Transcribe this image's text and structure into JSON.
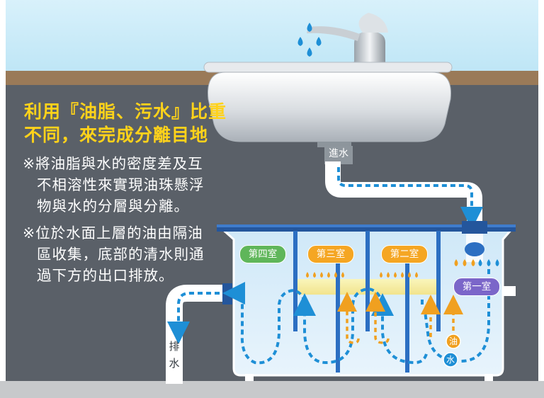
{
  "headline": {
    "line1": "利用『油脂、污水』比重",
    "line2": "不同，來完成分離目地"
  },
  "notes": {
    "n1_line1": "※將油脂與水的密度差及互",
    "n1_line2": "不相溶性來實現油珠懸浮",
    "n1_line3": "物與水的分層與分離。",
    "n2_line1": "※位於水面上層的油由隔油",
    "n2_line2": "區收集，底部的清水則通",
    "n2_line3": "過下方的出口排放。"
  },
  "labels": {
    "inlet": "進水",
    "drain_char1": "排",
    "drain_char2": "水",
    "oil_marker": "油",
    "water_marker": "水"
  },
  "chambers": [
    {
      "label": "第四室",
      "color": "#5fb65a"
    },
    {
      "label": "第三室",
      "color": "#f5a623"
    },
    {
      "label": "第二室",
      "color": "#f5a623"
    },
    {
      "label": "第一室",
      "color": "#7b66c9"
    }
  ],
  "colors": {
    "wall": "#5a6068",
    "counter": "#9a7a58",
    "flow_arrow": "#1e8fd6",
    "oil_arrow": "#f0a020",
    "headline": "#ffd21a"
  }
}
